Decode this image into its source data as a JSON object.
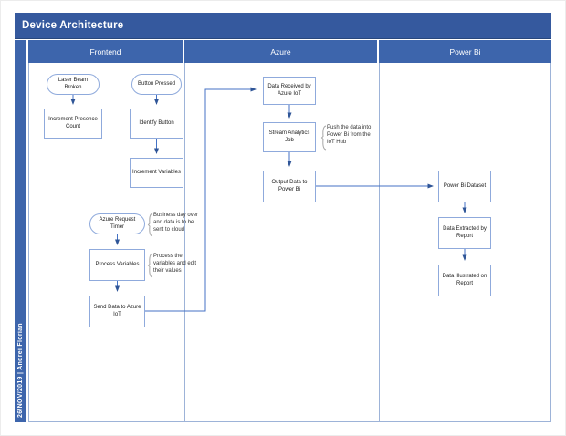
{
  "title": "Device Architecture",
  "sidebar": {
    "caption": "26/NOV/2019 | Andrei Florian"
  },
  "lanes": {
    "frontend": "Frontend",
    "azure": "Azure",
    "powerbi": "Power Bi"
  },
  "nodes": {
    "laser_beam_broken": "Laser Beam Broken",
    "increment_presence_count": "Increment Presence Count",
    "button_pressed": "Button Pressed",
    "identify_button": "Identify Button",
    "increment_variables": "Increment Variables",
    "azure_request_timer": "Azure Request Timer",
    "process_variables": "Process Variables",
    "send_data_to_azure_iot": "Send Data to Azure IoT",
    "data_received_by_azure_iot": "Data Received by Azure IoT",
    "stream_analytics_job": "Stream Analytics Job",
    "output_data_to_power_bi": "Output Data to Power Bi",
    "power_bi_dataset": "Power Bi Dataset",
    "data_extracted_by_report": "Data Extracted by Report",
    "data_illustrated_on_report": "Data Illustrated on Report"
  },
  "comments": {
    "timer": "Business day over and data is to be sent to cloud",
    "process": "Process the variables and edit their values",
    "push": "Push the data into Power Bi from the IoT Hub"
  },
  "colors": {
    "title_bar": "#35599E",
    "lane_header": "#3D65AC",
    "sidebar": "#3D65AC",
    "shape_border": "#8FAADC",
    "connector": "#4472C4",
    "arrowhead": "#2F5597",
    "comment_bracket": "#A6A6A6",
    "lane_divider": "#9DB3D8"
  }
}
